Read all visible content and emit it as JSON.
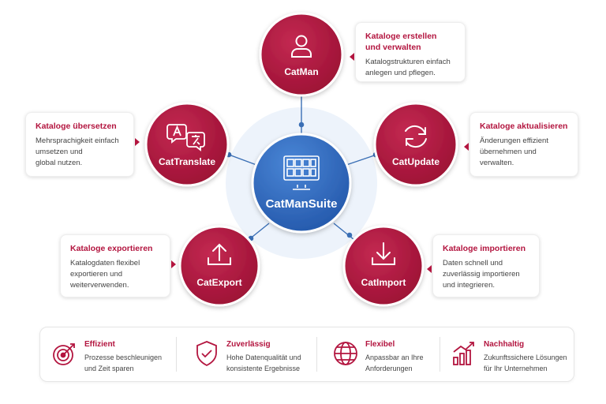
{
  "center": {
    "label": "CatManSuite"
  },
  "modules": [
    {
      "label": "CatMan",
      "icon": "user-icon",
      "card_title_1": "Kataloge erstellen",
      "card_title_2": "und verwalten",
      "card_lines": [
        "Katalogstrukturen einfach",
        "anlegen und pflegen."
      ]
    },
    {
      "label": "CatUpdate",
      "icon": "refresh-icon",
      "card_title_1": "Kataloge aktualisieren",
      "card_lines": [
        "Änderungen effizient",
        "übernehmen und",
        "verwalten."
      ]
    },
    {
      "label": "CatImport",
      "icon": "import-icon",
      "card_title_1": "Kataloge importieren",
      "card_lines": [
        "Daten schnell und",
        "zuverlässig importieren",
        "und integrieren."
      ]
    },
    {
      "label": "CatExport",
      "icon": "export-icon",
      "card_title_1": "Kataloge exportieren",
      "card_lines": [
        "Katalogdaten flexibel",
        "exportieren und",
        "weiterverwenden."
      ]
    },
    {
      "label": "CatTranslate",
      "icon": "translate-icon",
      "card_title_1": "Kataloge übersetzen",
      "card_lines": [
        "Mehrsprachigkeit einfach",
        "umsetzen und",
        "global nutzen."
      ]
    }
  ],
  "benefits": [
    {
      "title": "Effizient",
      "lines": [
        "Prozesse beschleunigen",
        "und Zeit sparen"
      ],
      "icon": "target-icon"
    },
    {
      "title": "Zuverlässig",
      "lines": [
        "Hohe Datenqualität und",
        "konsistente Ergebnisse"
      ],
      "icon": "shield-check-icon"
    },
    {
      "title": "Flexibel",
      "lines": [
        "Anpassbar an Ihre",
        "Anforderungen"
      ],
      "icon": "globe-icon"
    },
    {
      "title": "Nachhaltig",
      "lines": [
        "Zukunftssichere Lösungen",
        "für Ihr Unternehmen"
      ],
      "icon": "growth-chart-icon"
    }
  ],
  "colors": {
    "accent": "#b3153f",
    "center_blue": "#2f6bc4",
    "line_blue": "#3a6fb5"
  }
}
